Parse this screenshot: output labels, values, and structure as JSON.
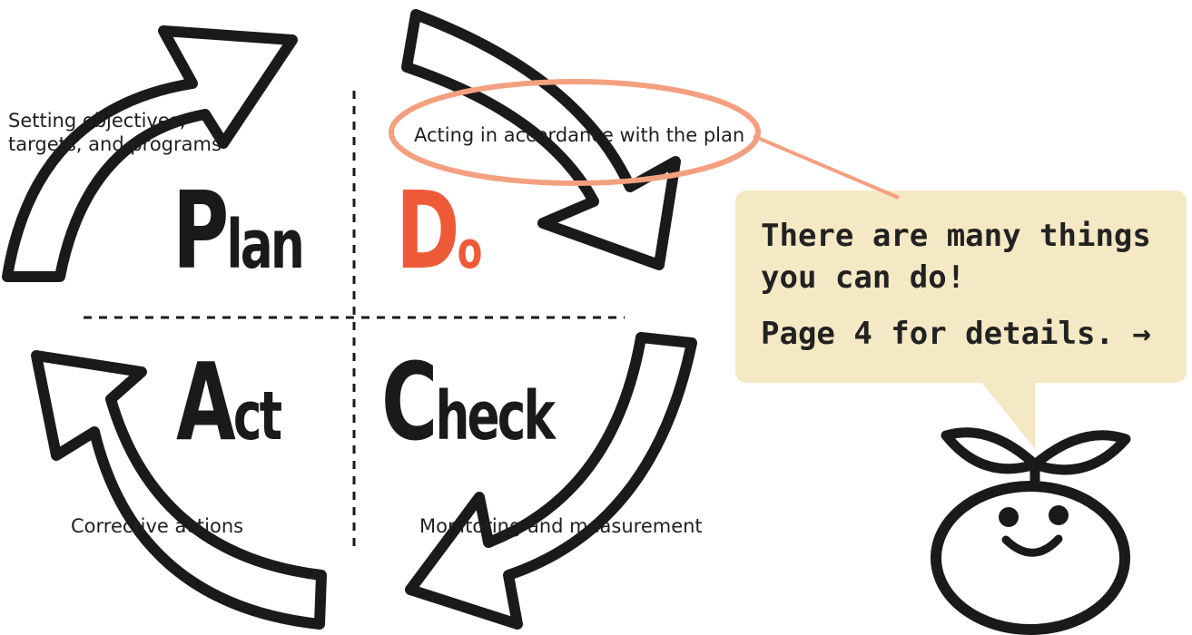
{
  "quadrants": {
    "plan": {
      "initial": "P",
      "rest": "lan",
      "caption_line1": "Setting objectives,",
      "caption_line2": "targets, and programs"
    },
    "do": {
      "initial": "D",
      "rest": "o",
      "caption": "Acting in accordance with the plan"
    },
    "check": {
      "initial": "C",
      "rest": "heck",
      "caption": "Monitoring and measurement"
    },
    "act": {
      "initial": "A",
      "rest": "ct",
      "caption": "Corrective actions"
    }
  },
  "callout": {
    "line1": "There are many things",
    "line2": "you can do!",
    "line3": "Page 4 for details. →"
  },
  "colors": {
    "do_accent": "#ee5a38",
    "highlight_ring": "#f4a080",
    "bubble": "#f5e8c4",
    "ink": "#1a1a1a"
  },
  "icons": [
    "arrow-up-right-icon",
    "arrow-down-right-icon",
    "arrow-down-left-icon",
    "arrow-up-left-icon",
    "sprout-mascot-icon"
  ]
}
